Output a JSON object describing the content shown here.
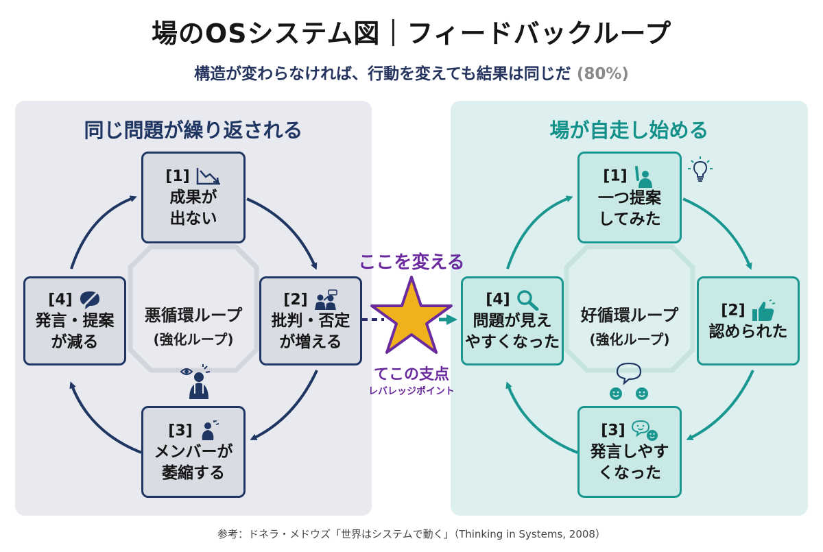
{
  "header": {
    "title": "場のOSシステム図｜フィードバックループ",
    "subtitle": "構造が変わらなければ、行動を変えても結果は同じだ",
    "subtitle_pct": "(80%)"
  },
  "left_panel": {
    "title": "同じ問題が繰り返される",
    "center_main": "悪循環ループ",
    "center_sub": "(強化ループ)",
    "nodes": [
      {
        "num": "[1]",
        "line1": "成果が",
        "line2": "出ない"
      },
      {
        "num": "[2]",
        "line1": "批判・否定",
        "line2": "が増える"
      },
      {
        "num": "[3]",
        "line1": "メンバーが",
        "line2": "萎縮する"
      },
      {
        "num": "[4]",
        "line1": "発言・提案",
        "line2": "が減る"
      }
    ]
  },
  "right_panel": {
    "title": "場が自走し始める",
    "center_main": "好循環ループ",
    "center_sub": "(強化ループ)",
    "nodes": [
      {
        "num": "[1]",
        "line1": "一つ提案",
        "line2": "してみた"
      },
      {
        "num": "[2]",
        "line1": "認められた",
        "line2": ""
      },
      {
        "num": "[3]",
        "line1": "発言しやす",
        "line2": "くなった"
      },
      {
        "num": "[4]",
        "line1": "問題が見え",
        "line2": "やすくなった"
      }
    ]
  },
  "leverage": {
    "change_label": "ここを変える",
    "point_label": "てこの支点",
    "point_sub": "レバレッジポイント"
  },
  "footer": {
    "reference": "参考：ドネラ・メドウズ「世界はシステムで動く」（Thinking in Systems, 2008）"
  },
  "colors": {
    "navy": "#1f3562",
    "teal": "#1a9690",
    "purple": "#6a2a9e",
    "star": "#f0b21c",
    "left_bg": "#e8eaef",
    "right_bg": "#ddf0ef"
  },
  "icons": [
    "chart-down-icon",
    "presenter-icon",
    "worried-person-icon",
    "crouching-person-icon",
    "no-speech-icon",
    "raised-hand-icon",
    "lightbulb-icon",
    "thumbs-up-icon",
    "speech-bubble-icon",
    "smiley-icon",
    "search-icon",
    "star-icon"
  ]
}
